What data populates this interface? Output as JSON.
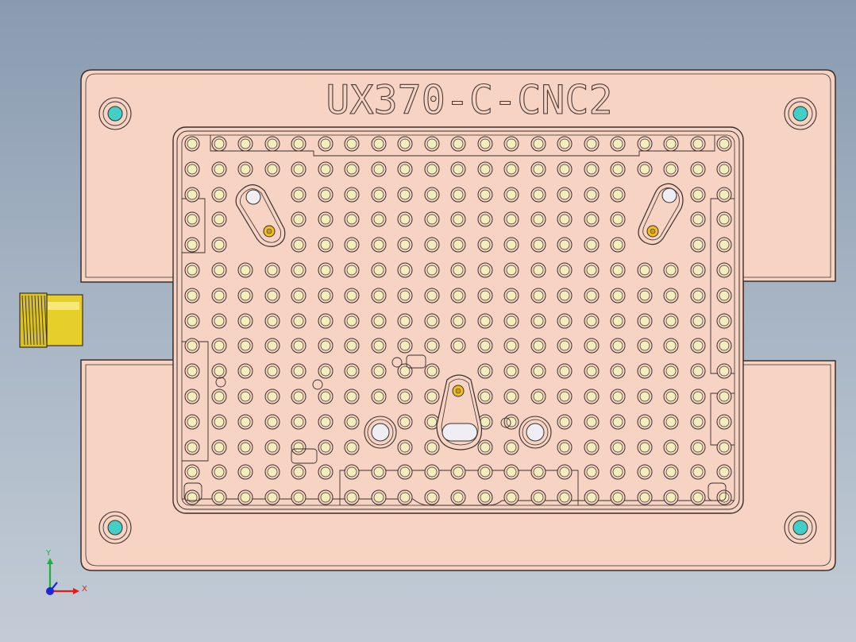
{
  "part_label": "UX370-C-CNC2",
  "triad": {
    "x_label": "X",
    "y_label": "Y"
  },
  "colors": {
    "plate": "#f7d3c3",
    "outline": "#3c2f2b",
    "pin": "#f3efbd",
    "locator": "#40d0c8",
    "screw": "#f0c020",
    "fitting": "#e6cf2a",
    "x_axis": "#e21b1b",
    "y_axis": "#19b33a",
    "z_axis": "#1c28d6"
  },
  "features": {
    "corner_locators": "cyan-locator-icon",
    "spring_pins": "pin-grid",
    "clamp_slots": "slot-hole",
    "air_fitting": "threaded-fitting-icon"
  }
}
